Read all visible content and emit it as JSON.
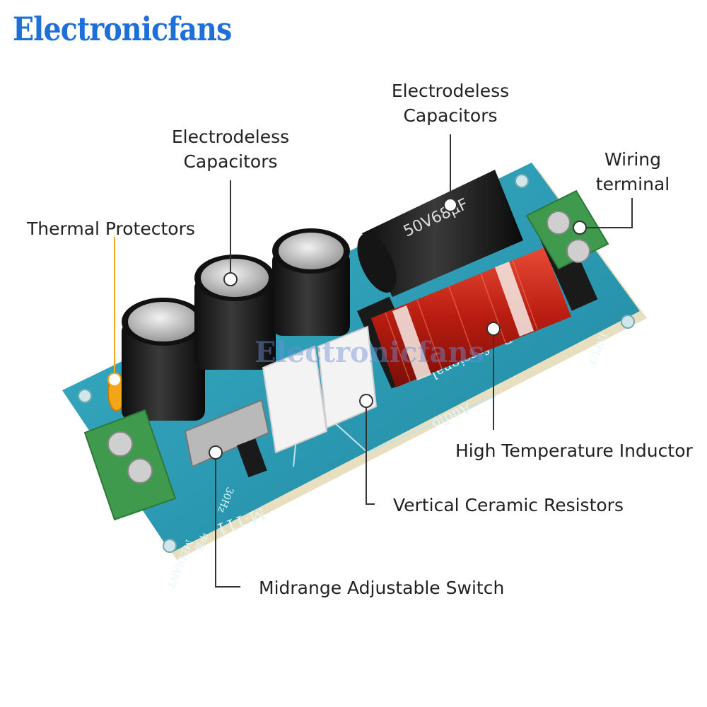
{
  "brand": {
    "name": "Electronicfans"
  },
  "board": {
    "model": "M-111",
    "silk_professional": "Professional",
    "silk_audio": "Audio",
    "silk_input": "INPUT",
    "silk_mediant": "MEDIANT",
    "silk_mid_cn": "中音",
    "silk_freq": "30Hz",
    "cap_print": "50V68μF",
    "watermark": "Electronicfans"
  },
  "callouts": {
    "thermal": "Thermal Protectors",
    "caps_left_1": "Electrodeless",
    "caps_left_2": "Capacitors",
    "caps_top_1": "Electrodeless",
    "caps_top_2": "Capacitors",
    "wiring_1": "Wiring",
    "wiring_2": "terminal",
    "inductor": "High Temperature Inductor",
    "resistors": "Vertical Ceramic Resistors",
    "switch": "Midrange Adjustable Switch"
  },
  "colors": {
    "pcb": "#2a9bb4",
    "terminal": "#3f9a4e",
    "copper": "#c8231a",
    "brand": "#1e6fd9"
  }
}
